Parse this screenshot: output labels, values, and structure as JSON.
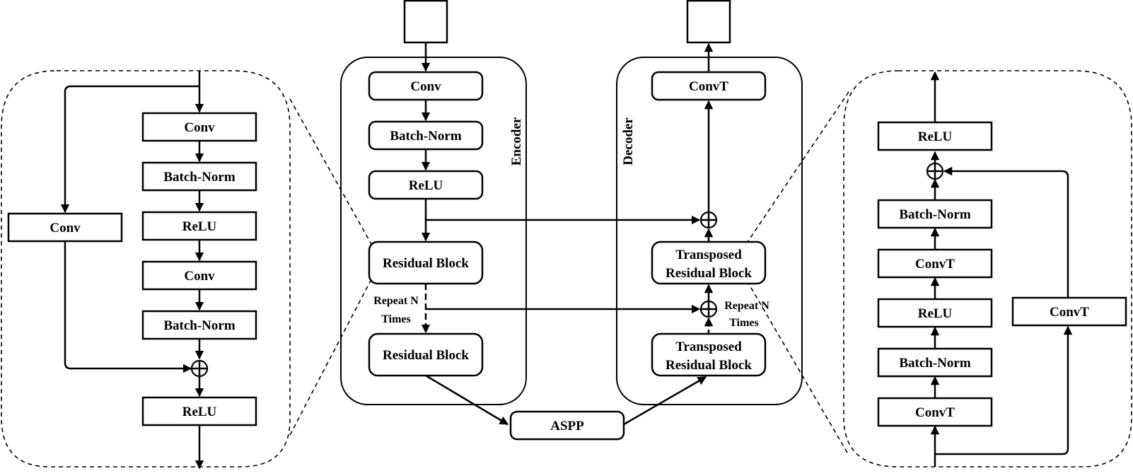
{
  "left_detail": {
    "conv1": "Conv",
    "bn1": "Batch-Norm",
    "relu1": "ReLU",
    "conv2": "Conv",
    "bn2": "Batch-Norm",
    "relu_out": "ReLU",
    "skip_conv": "Conv"
  },
  "encoder": {
    "title": "Encoder",
    "conv": "Conv",
    "bn": "Batch-Norm",
    "relu": "ReLU",
    "res_block_1": "Residual Block",
    "repeat_line1": "Repeat N",
    "repeat_line2": "Times",
    "res_block_2": "Residual Block"
  },
  "aspp": "ASPP",
  "decoder": {
    "title": "Decoder",
    "convt": "ConvT",
    "tres_1_line1": "Transposed",
    "tres_1_line2": "Residual Block",
    "repeat_line1": "Repeat N",
    "repeat_line2": "Times",
    "tres_2_line1": "Transposed",
    "tres_2_line2": "Residual Block"
  },
  "right_detail": {
    "relu_top": "ReLU",
    "bn_top": "Batch-Norm",
    "convt_mid": "ConvT",
    "relu_mid": "ReLU",
    "bn_bottom": "Batch-Norm",
    "convt_bottom": "ConvT",
    "skip_convt": "ConvT"
  }
}
